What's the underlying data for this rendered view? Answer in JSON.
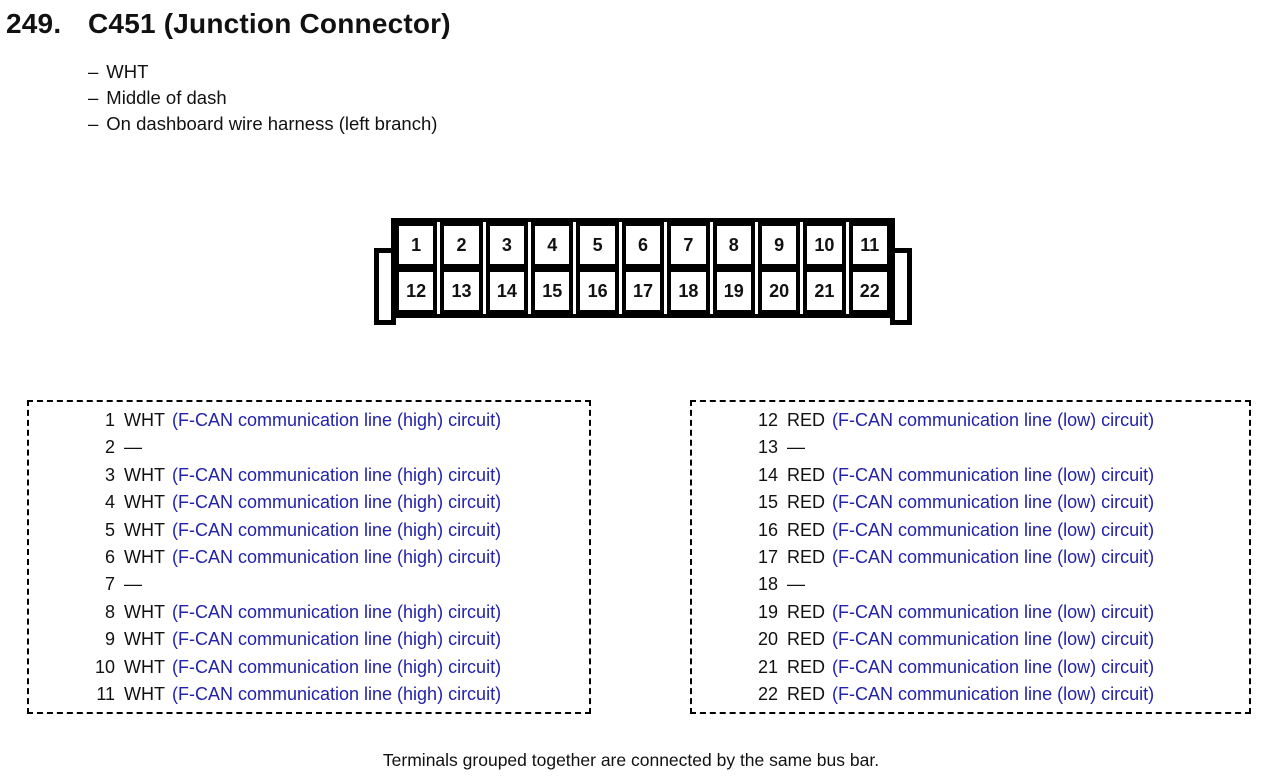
{
  "header": {
    "number": "249.",
    "title": "C451 (Junction Connector)"
  },
  "details": {
    "dash": "–",
    "items": [
      "WHT",
      "Middle of dash",
      "On dashboard wire harness (left branch)"
    ]
  },
  "connector": {
    "rows": [
      [
        "1",
        "2",
        "3",
        "4",
        "5",
        "6",
        "7",
        "8",
        "9",
        "10",
        "11"
      ],
      [
        "12",
        "13",
        "14",
        "15",
        "16",
        "17",
        "18",
        "19",
        "20",
        "21",
        "22"
      ]
    ]
  },
  "pin_lists": {
    "left": {
      "rows": [
        {
          "pin": "1",
          "color": "WHT",
          "desc": "(F-CAN communication line (high) circuit)"
        },
        {
          "pin": "2",
          "color": "—",
          "desc": ""
        },
        {
          "pin": "3",
          "color": "WHT",
          "desc": "(F-CAN communication line (high) circuit)"
        },
        {
          "pin": "4",
          "color": "WHT",
          "desc": "(F-CAN communication line (high) circuit)"
        },
        {
          "pin": "5",
          "color": "WHT",
          "desc": "(F-CAN communication line (high) circuit)"
        },
        {
          "pin": "6",
          "color": "WHT",
          "desc": "(F-CAN communication line (high) circuit)"
        },
        {
          "pin": "7",
          "color": "—",
          "desc": ""
        },
        {
          "pin": "8",
          "color": "WHT",
          "desc": "(F-CAN communication line (high) circuit)"
        },
        {
          "pin": "9",
          "color": "WHT",
          "desc": "(F-CAN communication line (high) circuit)"
        },
        {
          "pin": "10",
          "color": "WHT",
          "desc": "(F-CAN communication line (high) circuit)"
        },
        {
          "pin": "11",
          "color": "WHT",
          "desc": "(F-CAN communication line (high) circuit)"
        }
      ]
    },
    "right": {
      "rows": [
        {
          "pin": "12",
          "color": "RED",
          "desc": "(F-CAN communication line (low) circuit)"
        },
        {
          "pin": "13",
          "color": "—",
          "desc": ""
        },
        {
          "pin": "14",
          "color": "RED",
          "desc": "(F-CAN communication line (low) circuit)"
        },
        {
          "pin": "15",
          "color": "RED",
          "desc": "(F-CAN communication line (low) circuit)"
        },
        {
          "pin": "16",
          "color": "RED",
          "desc": "(F-CAN communication line (low) circuit)"
        },
        {
          "pin": "17",
          "color": "RED",
          "desc": "(F-CAN communication line (low) circuit)"
        },
        {
          "pin": "18",
          "color": "—",
          "desc": ""
        },
        {
          "pin": "19",
          "color": "RED",
          "desc": "(F-CAN communication line (low) circuit)"
        },
        {
          "pin": "20",
          "color": "RED",
          "desc": "(F-CAN communication line (low) circuit)"
        },
        {
          "pin": "21",
          "color": "RED",
          "desc": "(F-CAN communication line (low) circuit)"
        },
        {
          "pin": "22",
          "color": "RED",
          "desc": "(F-CAN communication line (low) circuit)"
        }
      ]
    }
  },
  "footer": {
    "note": "Terminals grouped together are connected by the same bus bar."
  },
  "colors": {
    "text": "#111111",
    "circuit_blue": "#2222aa"
  }
}
